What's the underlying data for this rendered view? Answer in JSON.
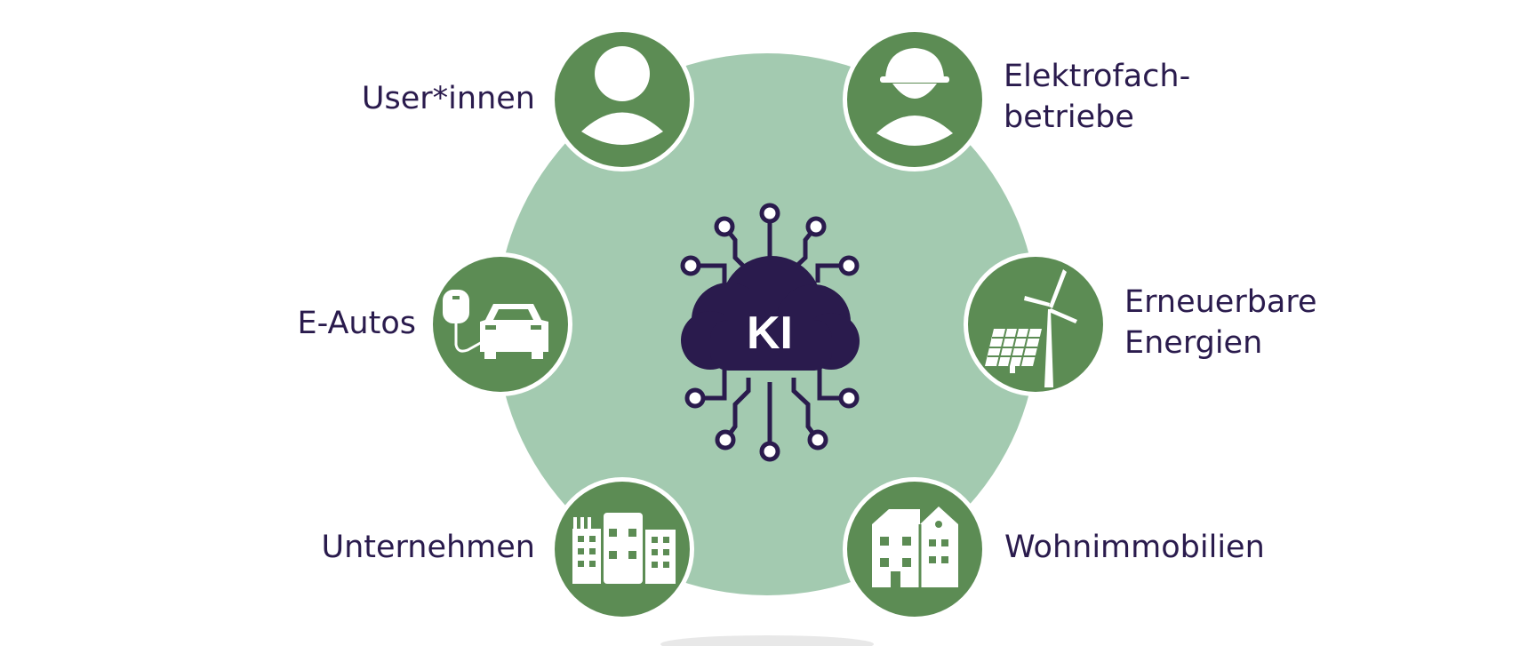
{
  "center": {
    "label": "KI",
    "icon": "cloud-circuit-icon"
  },
  "nodes": [
    {
      "id": "users",
      "lines": [
        "User*innen"
      ],
      "icon": "person-icon"
    },
    {
      "id": "electricians",
      "lines": [
        "Elektrofach-",
        "betriebe"
      ],
      "icon": "hardhat-worker-icon"
    },
    {
      "id": "ev",
      "lines": [
        "E-Autos"
      ],
      "icon": "ev-charging-car-icon"
    },
    {
      "id": "renewables",
      "lines": [
        "Erneuerbare",
        "Energien"
      ],
      "icon": "wind-solar-icon"
    },
    {
      "id": "companies",
      "lines": [
        "Unternehmen"
      ],
      "icon": "office-buildings-icon"
    },
    {
      "id": "residential",
      "lines": [
        "Wohnimmobilien"
      ],
      "icon": "residential-house-icon"
    }
  ],
  "colors": {
    "ring": "#a3cab0",
    "node": "#5c8c54",
    "center": "#2a1b4d",
    "text": "#2a1b4d",
    "white": "#ffffff"
  }
}
